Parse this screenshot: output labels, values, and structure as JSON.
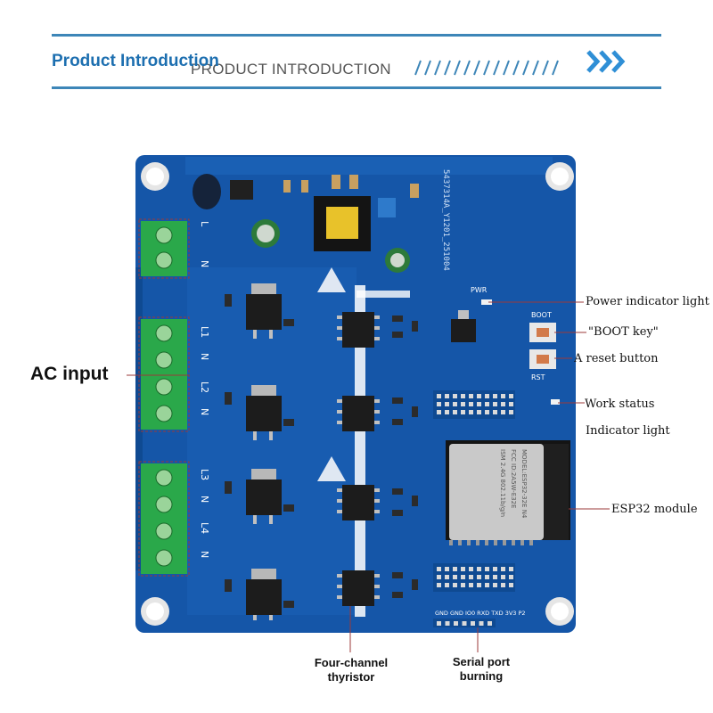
{
  "header": {
    "title": "Product Introduction",
    "subtitle": "PRODUCT INTRODUCTION",
    "decor_slashes": "/ / / / / / / / / / / / / / /",
    "accent_color": "#1d6fb0"
  },
  "board": {
    "pcb_color": "#1556a8",
    "part_number": "5437314A_Y1201_251004",
    "terminal_labels": [
      "L",
      "N",
      "L1",
      "N",
      "L2",
      "N",
      "L3",
      "N",
      "L4",
      "N"
    ],
    "serial_pins": "GND GND IO0 RXD TXD 3V3 P2",
    "pwr_label": "PWR",
    "boot_label": "BOOT",
    "rst_label": "RST",
    "module_text": {
      "line1": "MODEL:ESP32-32E N4",
      "line2": "FCC ID:2A5W-E32E",
      "line3": "ISM 2.4G 802.11b/g/n"
    }
  },
  "callouts": {
    "power_indicator": "Power indicator light",
    "boot_key": "\"BOOT key\"",
    "reset_button": "A reset button",
    "work_status": "Work status",
    "indicator_light": "Indicator light",
    "esp32_module": "ESP32 module",
    "ac_input": "AC input",
    "thyristor_line1": "Four-channel",
    "thyristor_line2": "thyristor",
    "serial_line1": "Serial port",
    "serial_line2": "burning"
  },
  "colors": {
    "terminal_green": "#2aa84a",
    "callout_line": "#9b3a3a"
  }
}
